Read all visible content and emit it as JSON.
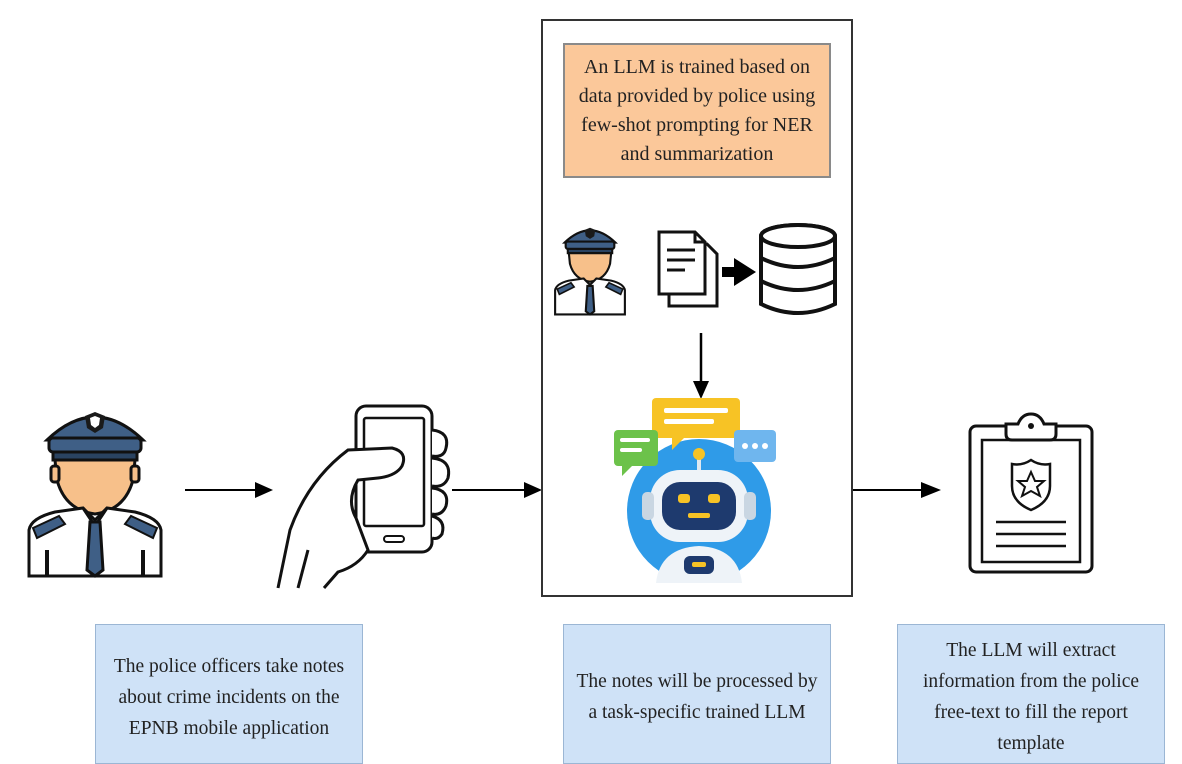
{
  "center_box": {
    "note_text": "An LLM is trained based on data provided by police using few-shot prompting for NER and summarization"
  },
  "captions": {
    "officers": "The police officers take notes about crime incidents on the EPNB mobile application",
    "processing": "The notes will be processed by a task-specific trained LLM",
    "extraction": "The LLM will extract information from the police free-text to fill the report template"
  },
  "icons": {
    "officer_large": "police-officer-icon",
    "phone": "hand-holding-phone-icon",
    "officer_small": "police-officer-icon",
    "documents": "documents-icon",
    "database": "database-icon",
    "robot": "chatbot-robot-icon",
    "report": "police-report-clipboard-icon"
  },
  "colors": {
    "note_fill": "#fbc89a",
    "caption_fill": "#cfe2f7",
    "police_blue": "#3f5f86",
    "skin": "#f7c08a",
    "robot_blue": "#2f9be8"
  }
}
